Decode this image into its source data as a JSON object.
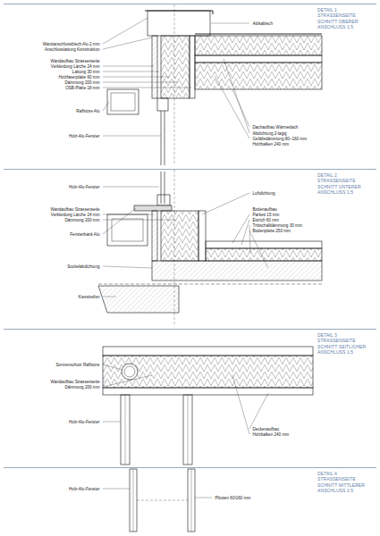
{
  "diagram": {
    "nodes": [
      {
        "text": [
          "DETAIL 1 STRASSENSEITE SCHNITT OBERER ANSCHLUSS 1:5"
        ]
      },
      {
        "text": [
          "DETAIL 2 STRASSENSEITE SCHNITT UNTERER ANSCHLUSS 1:5"
        ]
      },
      {
        "text": [
          "DETAIL 3 STRASSENSEITE SCHNITT SEITLICHER ANSCHLUSS 1:5"
        ]
      },
      {
        "text": [
          "DETAIL 4 STRASSENSEITE SCHNITT MITTLERER ANSCHLUSS 1:5"
        ]
      }
    ],
    "labels": [
      "Wandanschlussblech Alu 2 mm",
      "Anschlusslattung Konstruktion",
      "Wandaufbau Strassenseite",
      "Verkleidung Lärche 24 mm",
      "Lattung 30 mm",
      "Holzfaserplatte 60 mm",
      "Dämmung 200 mm",
      "OSB-Platte 18 mm",
      "Raffstore Alu",
      "Holz-Alu-Fenster",
      "Dachaufbau Wärmedach",
      "Abdichtung 2-lagig",
      "Gefälledämmung 80–160 mm",
      "Holzbalken 240 mm",
      "Attikablech",
      "Holz-Alu-Fenster",
      "Wandaufbau Strassenseite",
      "Verkleidung Lärche 24 mm",
      "Dämmung 200 mm",
      "Fensterbank Alu",
      "Sockelabdichtung",
      "Kiesstreifen",
      "Bodenaufbau",
      "Parkett 15 mm",
      "Estrich 60 mm",
      "Trittschalldämmung 30 mm",
      "Bodenplatte 250 mm",
      "Luftdichtung",
      "Sonnenschutz Raffstore",
      "Wandaufbau Strassenseite",
      "Dämmung 200 mm",
      "Holz-Alu-Fenster",
      "Deckenaufbau",
      "Holzbalken 240 mm",
      "Holz-Alu-Fenster",
      "Pfosten 60/160 mm"
    ]
  }
}
